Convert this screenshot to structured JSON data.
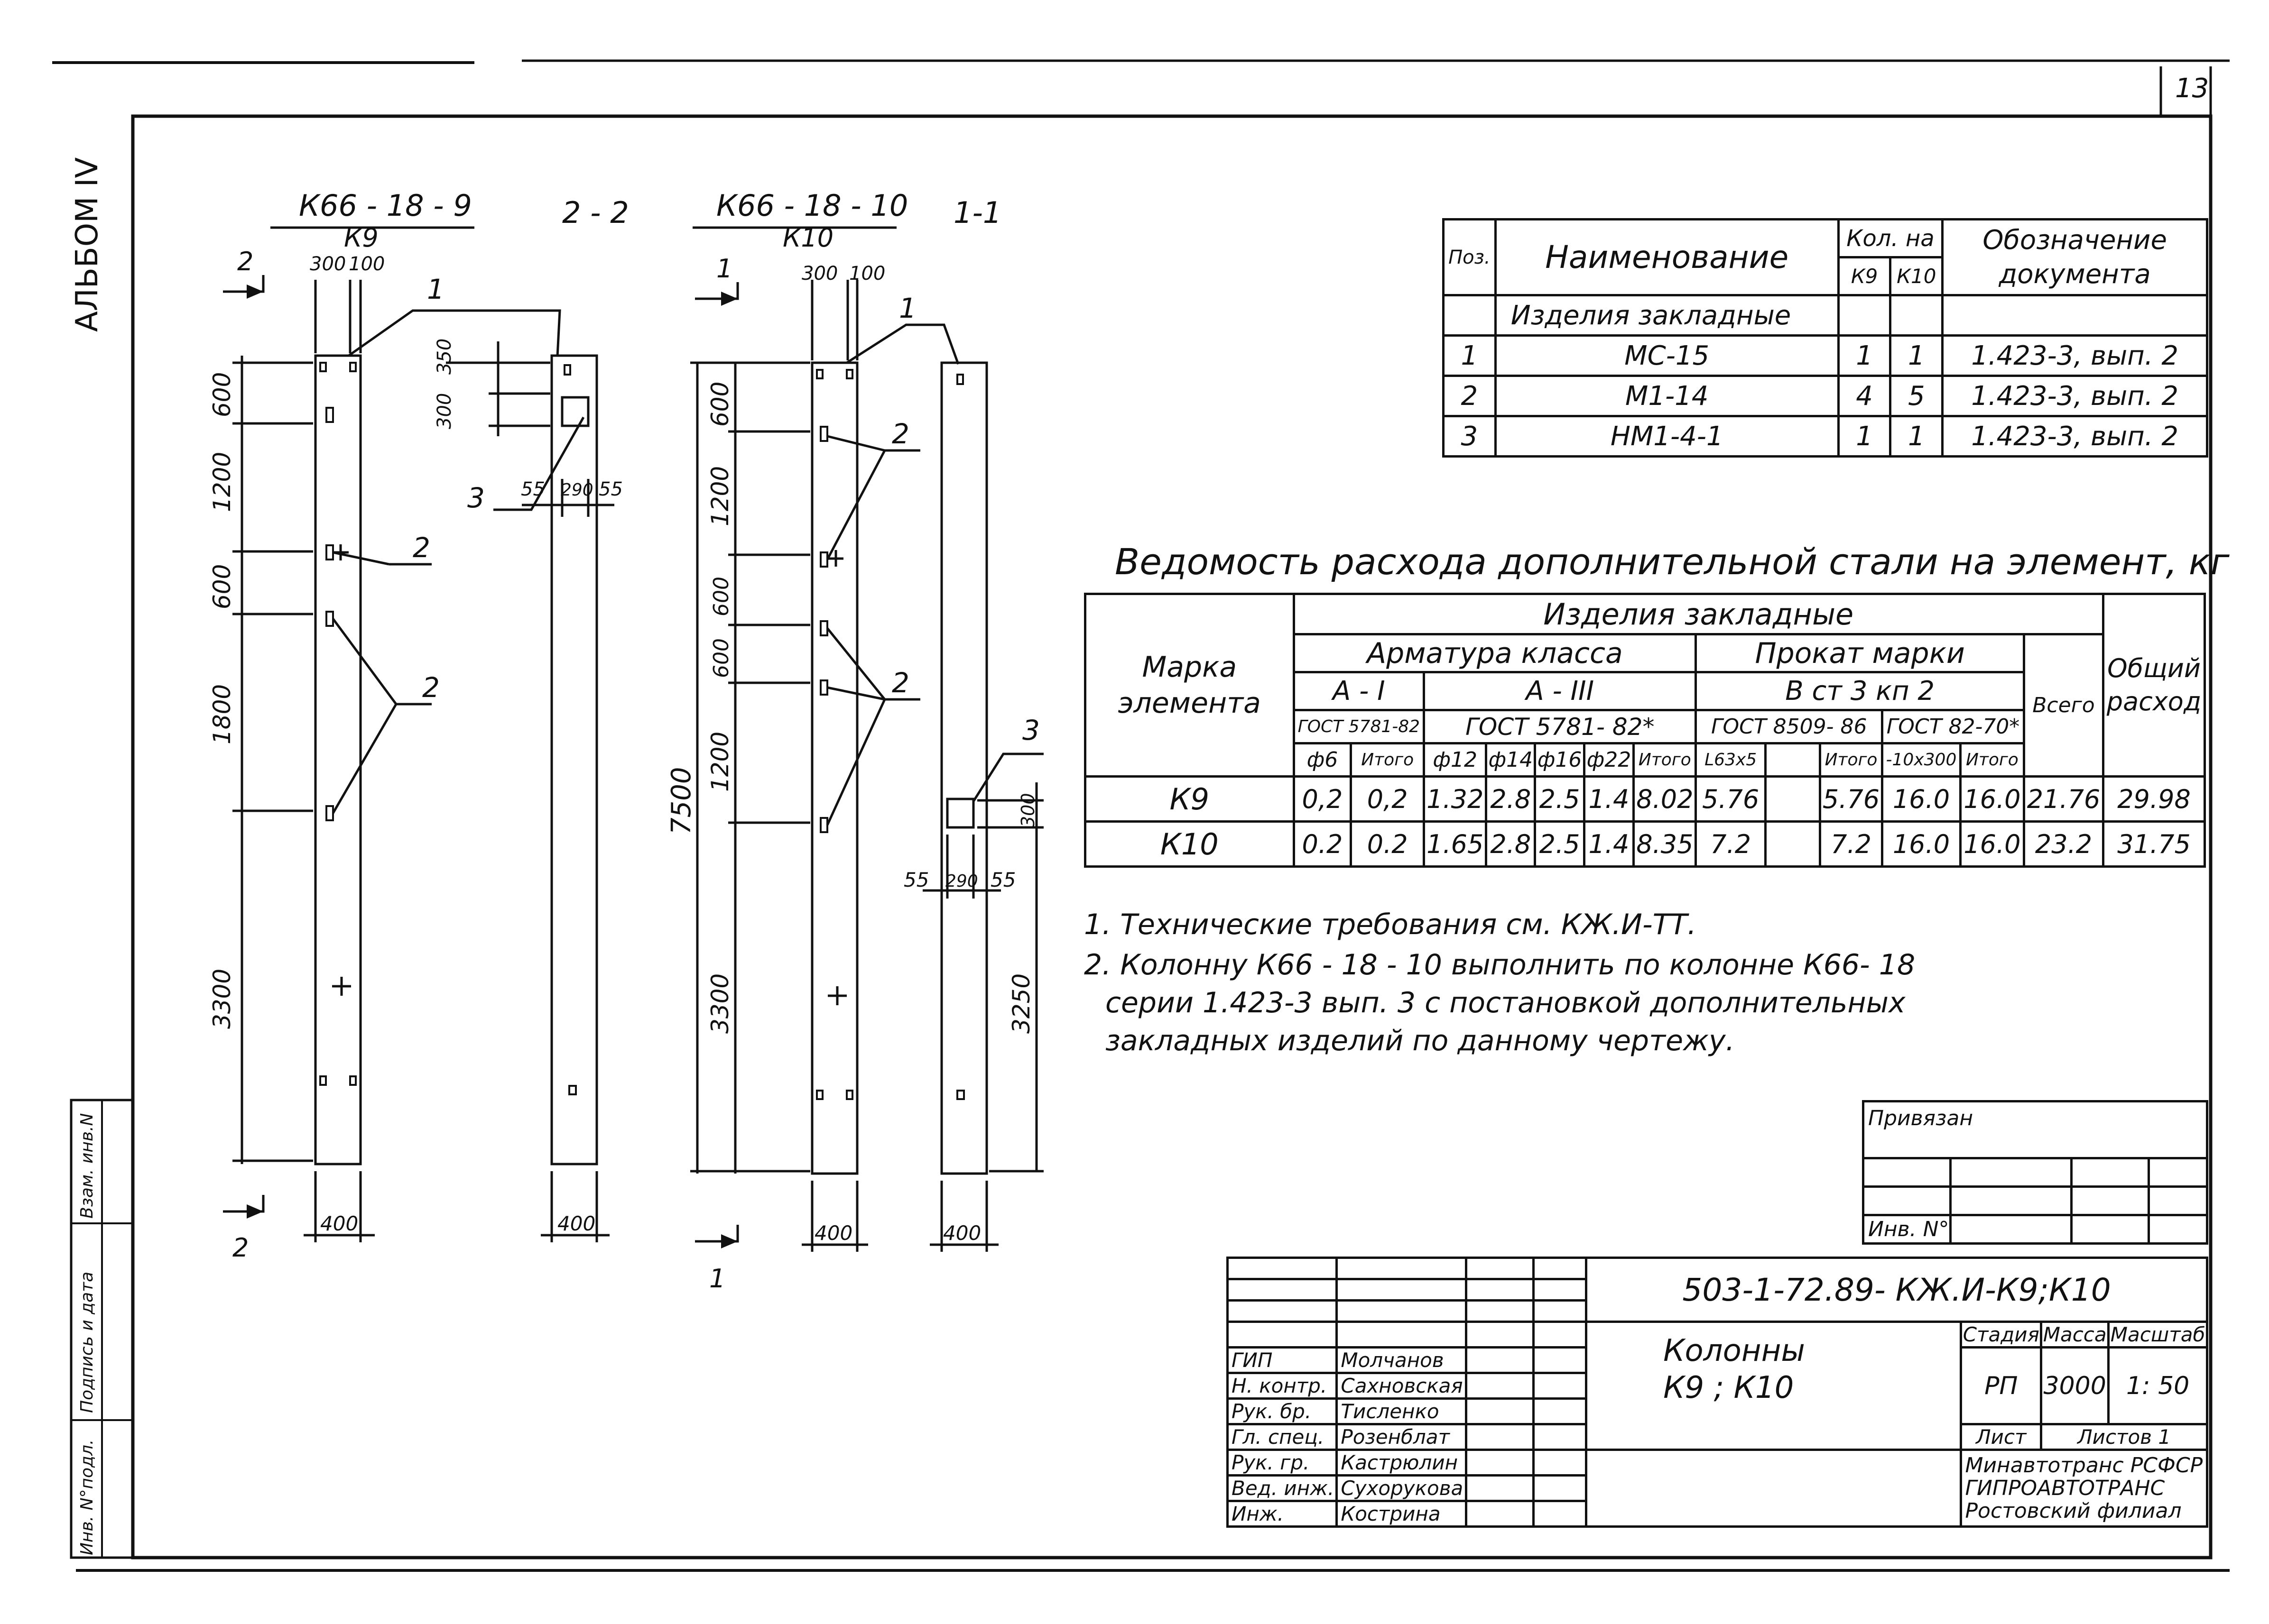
{
  "page_number": "13",
  "album_label": "АЛЬБОМ IV",
  "side_labels": {
    "vzam": "Взам. инв.N",
    "podpis": "Подпись и дата",
    "inv": "Инв. N°подл."
  },
  "drawings": {
    "k9": {
      "title": "К66 - 18 - 9",
      "subtitle": "К9",
      "dims_vertical": [
        "600",
        "1200",
        "600",
        "1800",
        "3300"
      ],
      "width_top": [
        "300",
        "100"
      ],
      "width_bottom": "400",
      "section_mark": "2",
      "callouts": [
        "1",
        "2",
        "2"
      ]
    },
    "sec22": {
      "title": "2 - 2",
      "dims_vertical": [
        "300",
        "350"
      ],
      "width_bottom": [
        "55",
        "290",
        "55"
      ],
      "bottom": "400",
      "callout": "3"
    },
    "k10": {
      "title": "К66 - 18 - 10",
      "subtitle": "К10",
      "dims_vertical": [
        "600",
        "1200",
        "600",
        "600",
        "1200",
        "3300"
      ],
      "overall": "7500",
      "width_top": [
        "300",
        "100"
      ],
      "width_bottom": "400",
      "section_mark": "1",
      "callouts": [
        "1",
        "2",
        "2"
      ]
    },
    "sec11": {
      "title": "1-1",
      "dims": [
        "300",
        "55",
        "290",
        "55",
        "3250"
      ],
      "bottom": "400",
      "callout": "3"
    }
  },
  "spec_table": {
    "headers": {
      "pos": "Поз.",
      "name": "Наименование",
      "qty": "Кол. на",
      "k9": "К9",
      "k10": "К10",
      "doc": "Обозначение документа"
    },
    "section": "Изделия закладные",
    "rows": [
      {
        "pos": "1",
        "name": "МС-15",
        "k9": "1",
        "k10": "1",
        "doc": "1.423-3, вып. 2"
      },
      {
        "pos": "2",
        "name": "М1-14",
        "k9": "4",
        "k10": "5",
        "doc": "1.423-3, вып. 2"
      },
      {
        "pos": "3",
        "name": "НМ1-4-1",
        "k9": "1",
        "k10": "1",
        "doc": "1.423-3, вып. 2"
      }
    ]
  },
  "steel_table": {
    "title": "Ведомость расхода дополнительной стали на элемент, кг",
    "header": {
      "marka": "Марка элемента",
      "izdeliya": "Изделия закладные",
      "armatura": "Арматура класса",
      "prokat": "Прокат марки",
      "a1": "А - I",
      "a3": "А - III",
      "vst": "В ст 3 кп 2",
      "gost_a1": "ГОСТ 5781-82",
      "gost_a3": "ГОСТ 5781- 82*",
      "gost_8509": "ГОСТ 8509- 86",
      "gost_82": "ГОСТ 82-70*",
      "vsego": "Всего",
      "obshiy": "Общий расход",
      "cols": [
        "ф6",
        "Итого",
        "ф12",
        "ф14",
        "ф16",
        "ф22",
        "Итого",
        "L63x5",
        "",
        "Итого",
        "-10x300",
        "Итого"
      ]
    },
    "rows": [
      {
        "mark": "К9",
        "vals": [
          "0,2",
          "0,2",
          "1.32",
          "2.8",
          "2.5",
          "1.4",
          "8.02",
          "5.76",
          "",
          "5.76",
          "16.0",
          "16.0",
          "21.76",
          "29.98"
        ]
      },
      {
        "mark": "К10",
        "vals": [
          "0.2",
          "0.2",
          "1.65",
          "2.8",
          "2.5",
          "1.4",
          "8.35",
          "7.2",
          "",
          "7.2",
          "16.0",
          "16.0",
          "23.2",
          "31.75"
        ]
      }
    ]
  },
  "notes": [
    "1. Технические требования см. КЖ.И-ТТ.",
    "2. Колонну К66 - 18 - 10 выполнить по колонне К66- 18",
    "серии 1.423-3 вып. 3 с постановкой дополнительных",
    "закладных изделий по данному чертежу."
  ],
  "privyazan": {
    "label": "Привязан",
    "inv": "Инв. N°"
  },
  "title_block": {
    "code": "503-1-72.89- КЖ.И-К9;К10",
    "name_line1": "Колонны",
    "name_line2": "К9 ; К10",
    "stadiya_label": "Стадия",
    "massa_label": "Масса",
    "masshtab_label": "Масштаб",
    "stadiya": "РП",
    "massa": "3000",
    "masshtab": "1: 50",
    "list_label": "Лист",
    "listov_label": "Листов 1",
    "org": [
      "Минавтотранс РСФСР",
      "ГИПРОАВТОТРАНС",
      "Ростовский филиал"
    ],
    "people": [
      {
        "role": "ГИП",
        "name": "Молчанов"
      },
      {
        "role": "Н. контр.",
        "name": "Сахновская"
      },
      {
        "role": "Рук. бр.",
        "name": "Тисленко"
      },
      {
        "role": "Гл. спец.",
        "name": "Розенблат"
      },
      {
        "role": "Рук. гр.",
        "name": "Кастрюлин"
      },
      {
        "role": "Вед. инж.",
        "name": "Сухорукова"
      },
      {
        "role": "Инж.",
        "name": "Кострина"
      }
    ]
  }
}
